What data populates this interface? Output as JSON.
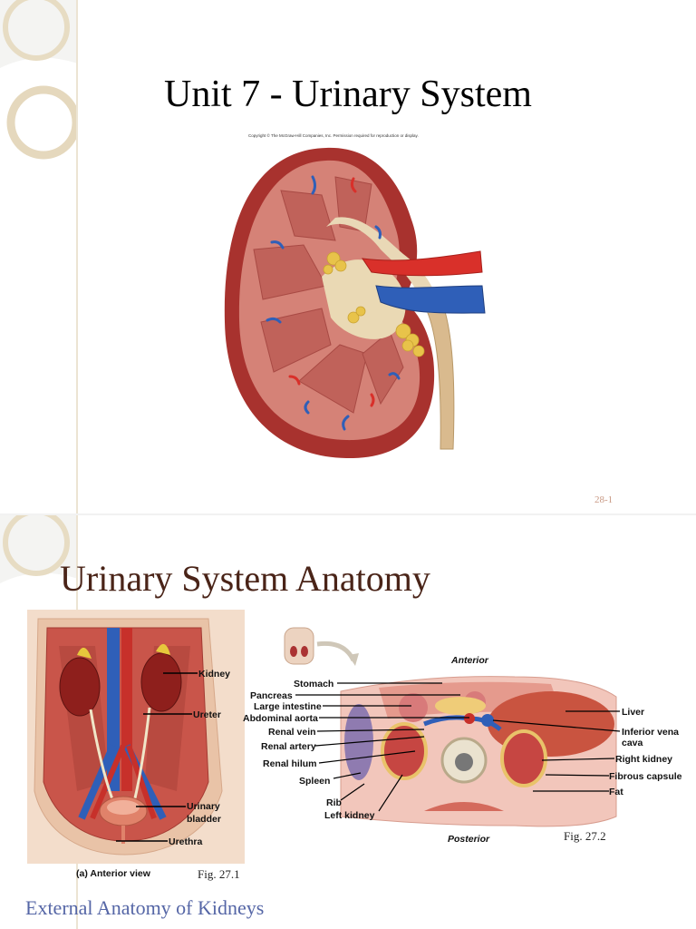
{
  "slide1": {
    "title": "Unit 7 - Urinary System",
    "copyright": "Copyright © The McGraw-Hill Companies, Inc. Permission required for reproduction or display.",
    "slide_number": "28-1"
  },
  "slide2": {
    "title": "Urinary System Anatomy",
    "fig1": {
      "labels": {
        "kidney": "Kidney",
        "ureter": "Ureter",
        "bladder_line1": "Urinary",
        "bladder_line2": "bladder",
        "urethra": "Urethra"
      },
      "view": "(a) Anterior view",
      "caption": "Fig. 27.1"
    },
    "fig2": {
      "anterior": "Anterior",
      "posterior": "Posterior",
      "left_labels": [
        "Stomach",
        "Pancreas",
        "Large intestine",
        "Abdominal aorta",
        "Renal vein",
        "Renal artery",
        "Renal hilum",
        "Spleen",
        "Rib",
        "Left kidney"
      ],
      "right_labels": {
        "liver": "Liver",
        "ivc_line1": "Inferior vena",
        "ivc_line2": "cava",
        "right_kidney": "Right kidney",
        "fibrous_capsule": "Fibrous capsule",
        "fat": "Fat"
      },
      "caption": "Fig. 27.2"
    },
    "next_heading": "External Anatomy of Kidneys"
  },
  "colors": {
    "title_brown": "#4a2418",
    "link_blue": "#5566a6",
    "slide_number": "#c99a85"
  }
}
